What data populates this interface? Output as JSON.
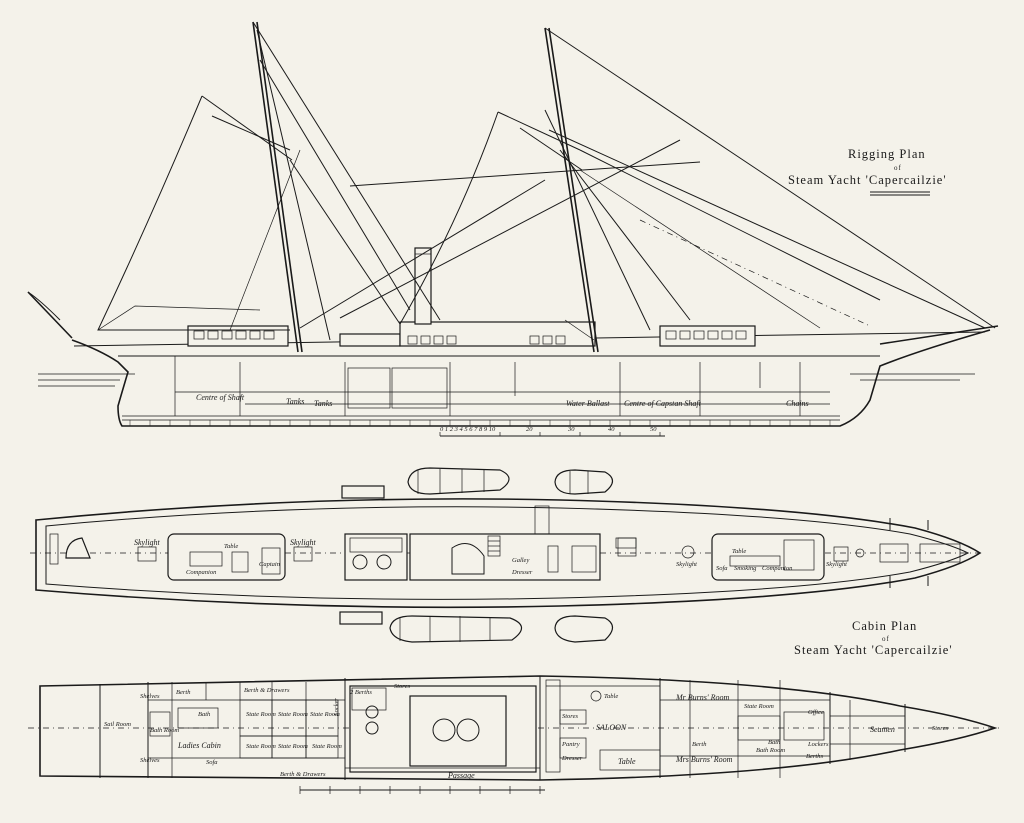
{
  "rigging_plan": {
    "title_line1": "Rigging Plan",
    "title_line2": "of",
    "title_line3": "Steam Yacht 'Capercailzie'",
    "labels": {
      "centre_of_shaft": "Centre of Shaft",
      "tanks1": "Tanks",
      "tanks2": "Tanks",
      "water_ballast": "Water Ballast",
      "centre_capstan": "Centre of Capstan Shaft",
      "chains": "Chains"
    },
    "scale": [
      "0 1 2 3 4 5 6 7 8 9 10",
      "20",
      "30",
      "40",
      "50"
    ]
  },
  "deck_plan": {
    "title_line1": "Cabin Plan",
    "title_line2": "of",
    "title_line3": "Steam Yacht 'Capercailzie'",
    "labels": {
      "skylight1": "Skylight",
      "table1": "Table",
      "companion1": "Companion",
      "captain": "Captain",
      "skylight2": "Skylight",
      "galley": "Galley",
      "dresser": "Dresser",
      "skylight3": "Skylight",
      "table2": "Table",
      "sofa": "Sofa",
      "smoking": "Smoking",
      "companion2": "Companion",
      "skylight4": "Skylight"
    }
  },
  "cabin_plan": {
    "labels": {
      "sail_room": "Sail Room",
      "shelves_top": "Shelves",
      "shelves_bottom": "Shelves",
      "berth_a": "Berth",
      "bath_room_a": "Bath Room",
      "bath_a": "Bath",
      "ladies_cabin": "Ladies Cabin",
      "sofa_a": "Sofa",
      "state_room_1": "State Room",
      "state_room_2": "State Room",
      "state_room_3": "State Room",
      "state_room_4": "State Room",
      "state_room_5": "State Room",
      "state_room_6": "State Room",
      "berth_drawers_1": "Berth & Drawers",
      "berth_drawers_2": "Berth & Drawers",
      "berths_2": "2 Berths",
      "stores": "Stores",
      "locker": "Locker",
      "table_saloon": "Table",
      "saloon": "SALOON",
      "table_saloon2": "Table",
      "stores2": "Stores",
      "pantry": "Pantry",
      "dresser2": "Dresser",
      "mr_burns_room": "Mr Burns' Room",
      "mrs_burns_room": "Mrs Burns' Room",
      "state_room_7": "State Room",
      "bath_b": "Bath",
      "bath_room_b": "Bath Room",
      "berth_b": "Berth",
      "office": "Office",
      "lockers": "Lockers",
      "berths_b": "Berths",
      "seamen": "Seamen",
      "stores3": "Stores",
      "passage": "Passage"
    },
    "scale": [
      "",
      "",
      "",
      "",
      "",
      "",
      "",
      "",
      "",
      ""
    ]
  }
}
